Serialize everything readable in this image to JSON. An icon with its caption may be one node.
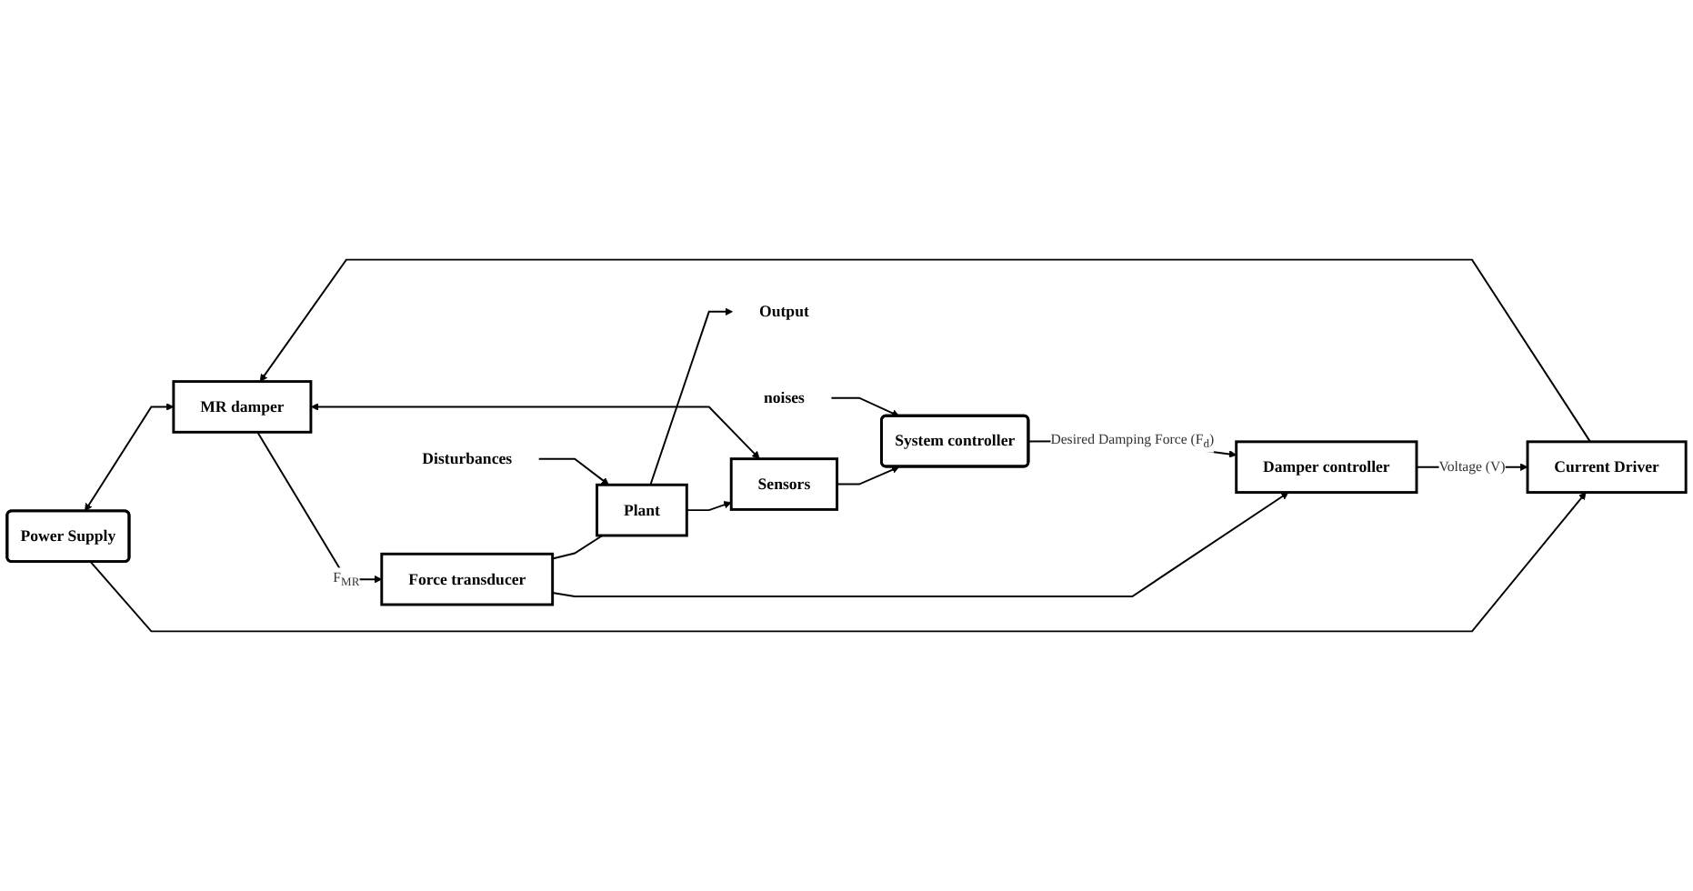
{
  "diagram": {
    "nodes": [
      {
        "text": [
          "Power Supply"
        ]
      },
      {
        "text": [
          "Current Driver"
        ]
      },
      {
        "text": [
          "MR damper"
        ]
      },
      {
        "text": [
          "Force transducer"
        ]
      },
      {
        "text": [
          "Plant"
        ]
      },
      {
        "text": [
          "Sensors"
        ]
      },
      {
        "text": [
          "Damper controller"
        ]
      },
      {
        "text": [
          "System controller"
        ]
      },
      {
        "text": [
          "Disturbances"
        ]
      },
      {
        "text": [
          "Output"
        ]
      },
      {
        "text": [
          "noises"
        ]
      }
    ],
    "edges": [
      {
        "from": 0,
        "to": 2,
        "arrow": "both"
      },
      {
        "from": 0,
        "to": 1,
        "arrow": "to"
      },
      {
        "from": 1,
        "to": 2,
        "arrow": "to"
      },
      {
        "from": 2,
        "to": 3,
        "arrow": "to",
        "label": "F$_{MR}$"
      },
      {
        "from": 3,
        "to": 4,
        "arrow": "none"
      },
      {
        "from": 8,
        "to": 4,
        "arrow": "to"
      },
      {
        "from": 4,
        "to": 9,
        "arrow": "to"
      },
      {
        "from": 4,
        "to": 5,
        "arrow": "to"
      },
      {
        "from": 2,
        "to": 5,
        "arrow": "both"
      },
      {
        "from": 3,
        "to": 6,
        "arrow": "to"
      },
      {
        "from": 5,
        "to": 7,
        "arrow": "to"
      },
      {
        "from": 10,
        "to": 7,
        "arrow": "to"
      },
      {
        "from": 7,
        "to": 6,
        "arrow": "to",
        "label": "Desired Damping Force (F$_{d}$)"
      },
      {
        "from": 6,
        "to": 1,
        "arrow": "to",
        "label": "Voltage (V)"
      }
    ]
  }
}
